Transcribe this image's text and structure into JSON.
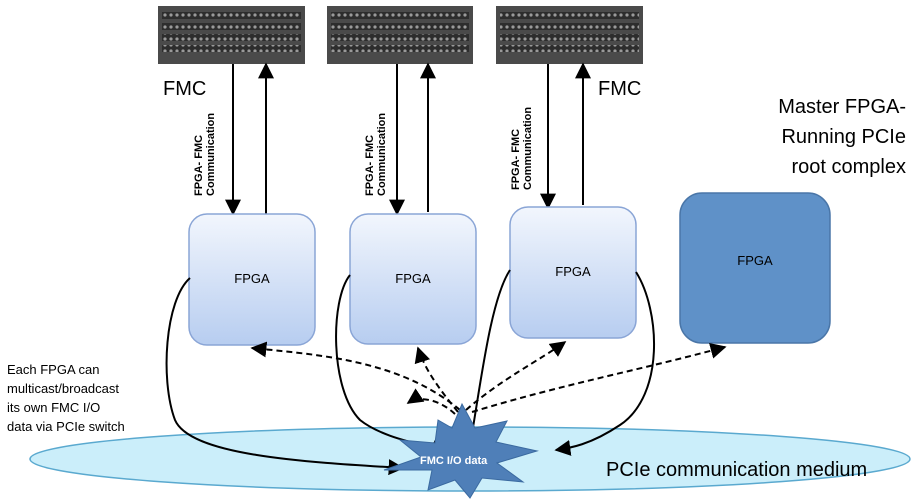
{
  "fmc_connectors": [
    {
      "label": "FMC"
    },
    {
      "label": ""
    },
    {
      "label": "FMC"
    }
  ],
  "link_label": "FPGA- FMC\nCommunication",
  "fpgas": [
    {
      "label": "FPGA"
    },
    {
      "label": "FPGA"
    },
    {
      "label": "FPGA"
    }
  ],
  "master": {
    "label": "FPGA",
    "description": "Master FPGA- Running PCIe root complex"
  },
  "broadcast_note": "Each FPGA can\nmulticast/broadcast\nits own FMC I/O\ndata via PCIe switch",
  "center_burst_label": "FMC I/O data",
  "medium_label": "PCIe communication medium",
  "colors": {
    "fpga_light_top": "#f2f6fd",
    "fpga_light_bottom": "#b7cdf0",
    "fpga_border": "#8aa5d6",
    "master_fill": "#5f91c8",
    "master_border": "#4a76a8",
    "medium_fill": "#cbeefa",
    "medium_border": "#5aa9cf",
    "burst_fill": "#4f7fb8",
    "connector": "#3a3a3a"
  }
}
